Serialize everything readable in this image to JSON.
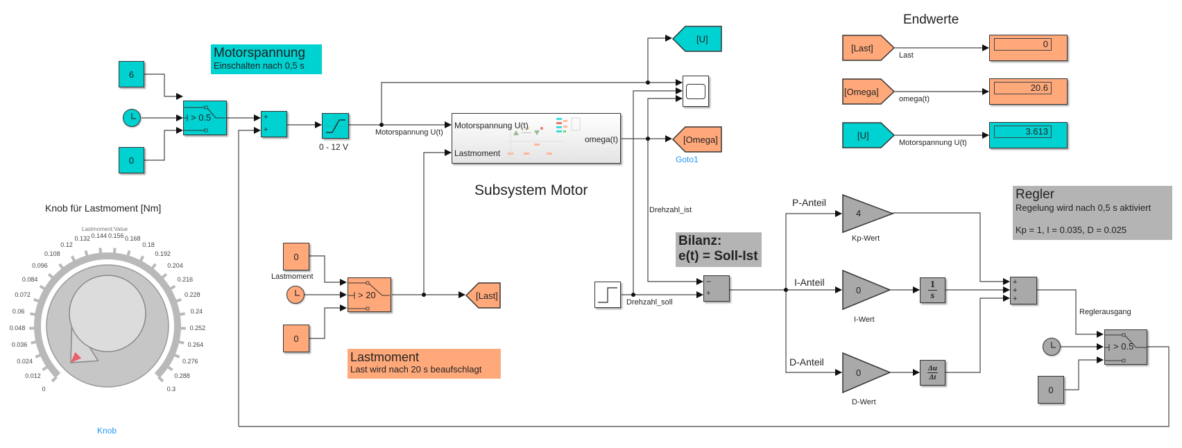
{
  "colors": {
    "cyan": "#00d1d1",
    "orange": "#ffa87a",
    "gray": "#a9a9a9",
    "link": "#2196f3",
    "needle": "#e8606a"
  },
  "motor_voltage_note": {
    "title": "Motorspannung",
    "subtitle": "Einschalten nach 0,5 s"
  },
  "motor_voltage": {
    "const_high": "6",
    "const_low": "0",
    "switch_threshold": "> 0.5",
    "sum_signs": [
      "+",
      "+"
    ],
    "saturation_label": "0 - 12 V",
    "signal_label": "Motorspannung U(t)"
  },
  "subsystem": {
    "title": "Subsystem Motor",
    "input_1": "Motorspannung U(t)",
    "input_2": "Lastmoment",
    "output": "omega(t)"
  },
  "gotos": {
    "u": "[U]",
    "omega": "[Omega]",
    "omega_name": "Goto1",
    "last": "[Last]"
  },
  "endwerte": {
    "title": "Endwerte",
    "rows": [
      {
        "from": "[Last]",
        "signal": "Last",
        "value": "0",
        "color": "orange"
      },
      {
        "from": "[Omega]",
        "signal": "omega(t)",
        "value": "20.6",
        "color": "orange"
      },
      {
        "from": "[U]",
        "signal": "Motorspannung U(t)",
        "value": "3.613",
        "color": "cyan"
      }
    ]
  },
  "knob": {
    "title": "Knob für Lastmoment [Nm]",
    "binding_label": "Lastmoment:Value",
    "name": "Knob",
    "min": 0,
    "max": 0.3,
    "value": 0,
    "ticks": [
      "0",
      "0.012",
      "0.024",
      "0.036",
      "0.048",
      "0.06",
      "0.072",
      "0.084",
      "0.096",
      "0.108",
      "0.12",
      "0.132",
      "0.144",
      "0.156",
      "0.168",
      "0.18",
      "0.192",
      "0.204",
      "0.216",
      "0.228",
      "0.24",
      "0.252",
      "0.264",
      "0.276",
      "0.288",
      "0.3"
    ]
  },
  "load": {
    "const_high": "0",
    "const_high_name": "Lastmoment",
    "const_low": "0",
    "switch_threshold": "> 20"
  },
  "load_note": {
    "title": "Lastmoment",
    "subtitle": "Last wird nach 20 s beaufschlagt"
  },
  "control": {
    "step_label": "Drehzahl_soll",
    "feedback_label": "Drehzahl_ist",
    "sum_signs": [
      "−",
      "+"
    ],
    "bilanz_line1": "Bilanz:",
    "bilanz_line2": "e(t) = Soll-Ist",
    "p_label": "P-Anteil",
    "i_label": "I-Anteil",
    "d_label": "D-Anteil",
    "kp_value": "4",
    "kp_name": "Kp-Wert",
    "ki_value": "0",
    "ki_name": "I-Wert",
    "kd_value": "0",
    "kd_name": "D-Wert",
    "integrator_num": "1",
    "integrator_den": "s",
    "derivative_num": "Δu",
    "derivative_den": "Δt",
    "pid_sum_signs": [
      "+",
      "+",
      "+"
    ],
    "output_label": "Reglerausgang",
    "switch_threshold": "> 0.5",
    "const_low": "0"
  },
  "regler_note": {
    "title": "Regler",
    "line1": "Regelung wird nach 0,5 s aktiviert",
    "line2": "Kp = 1, I = 0.035, D = 0.025"
  }
}
